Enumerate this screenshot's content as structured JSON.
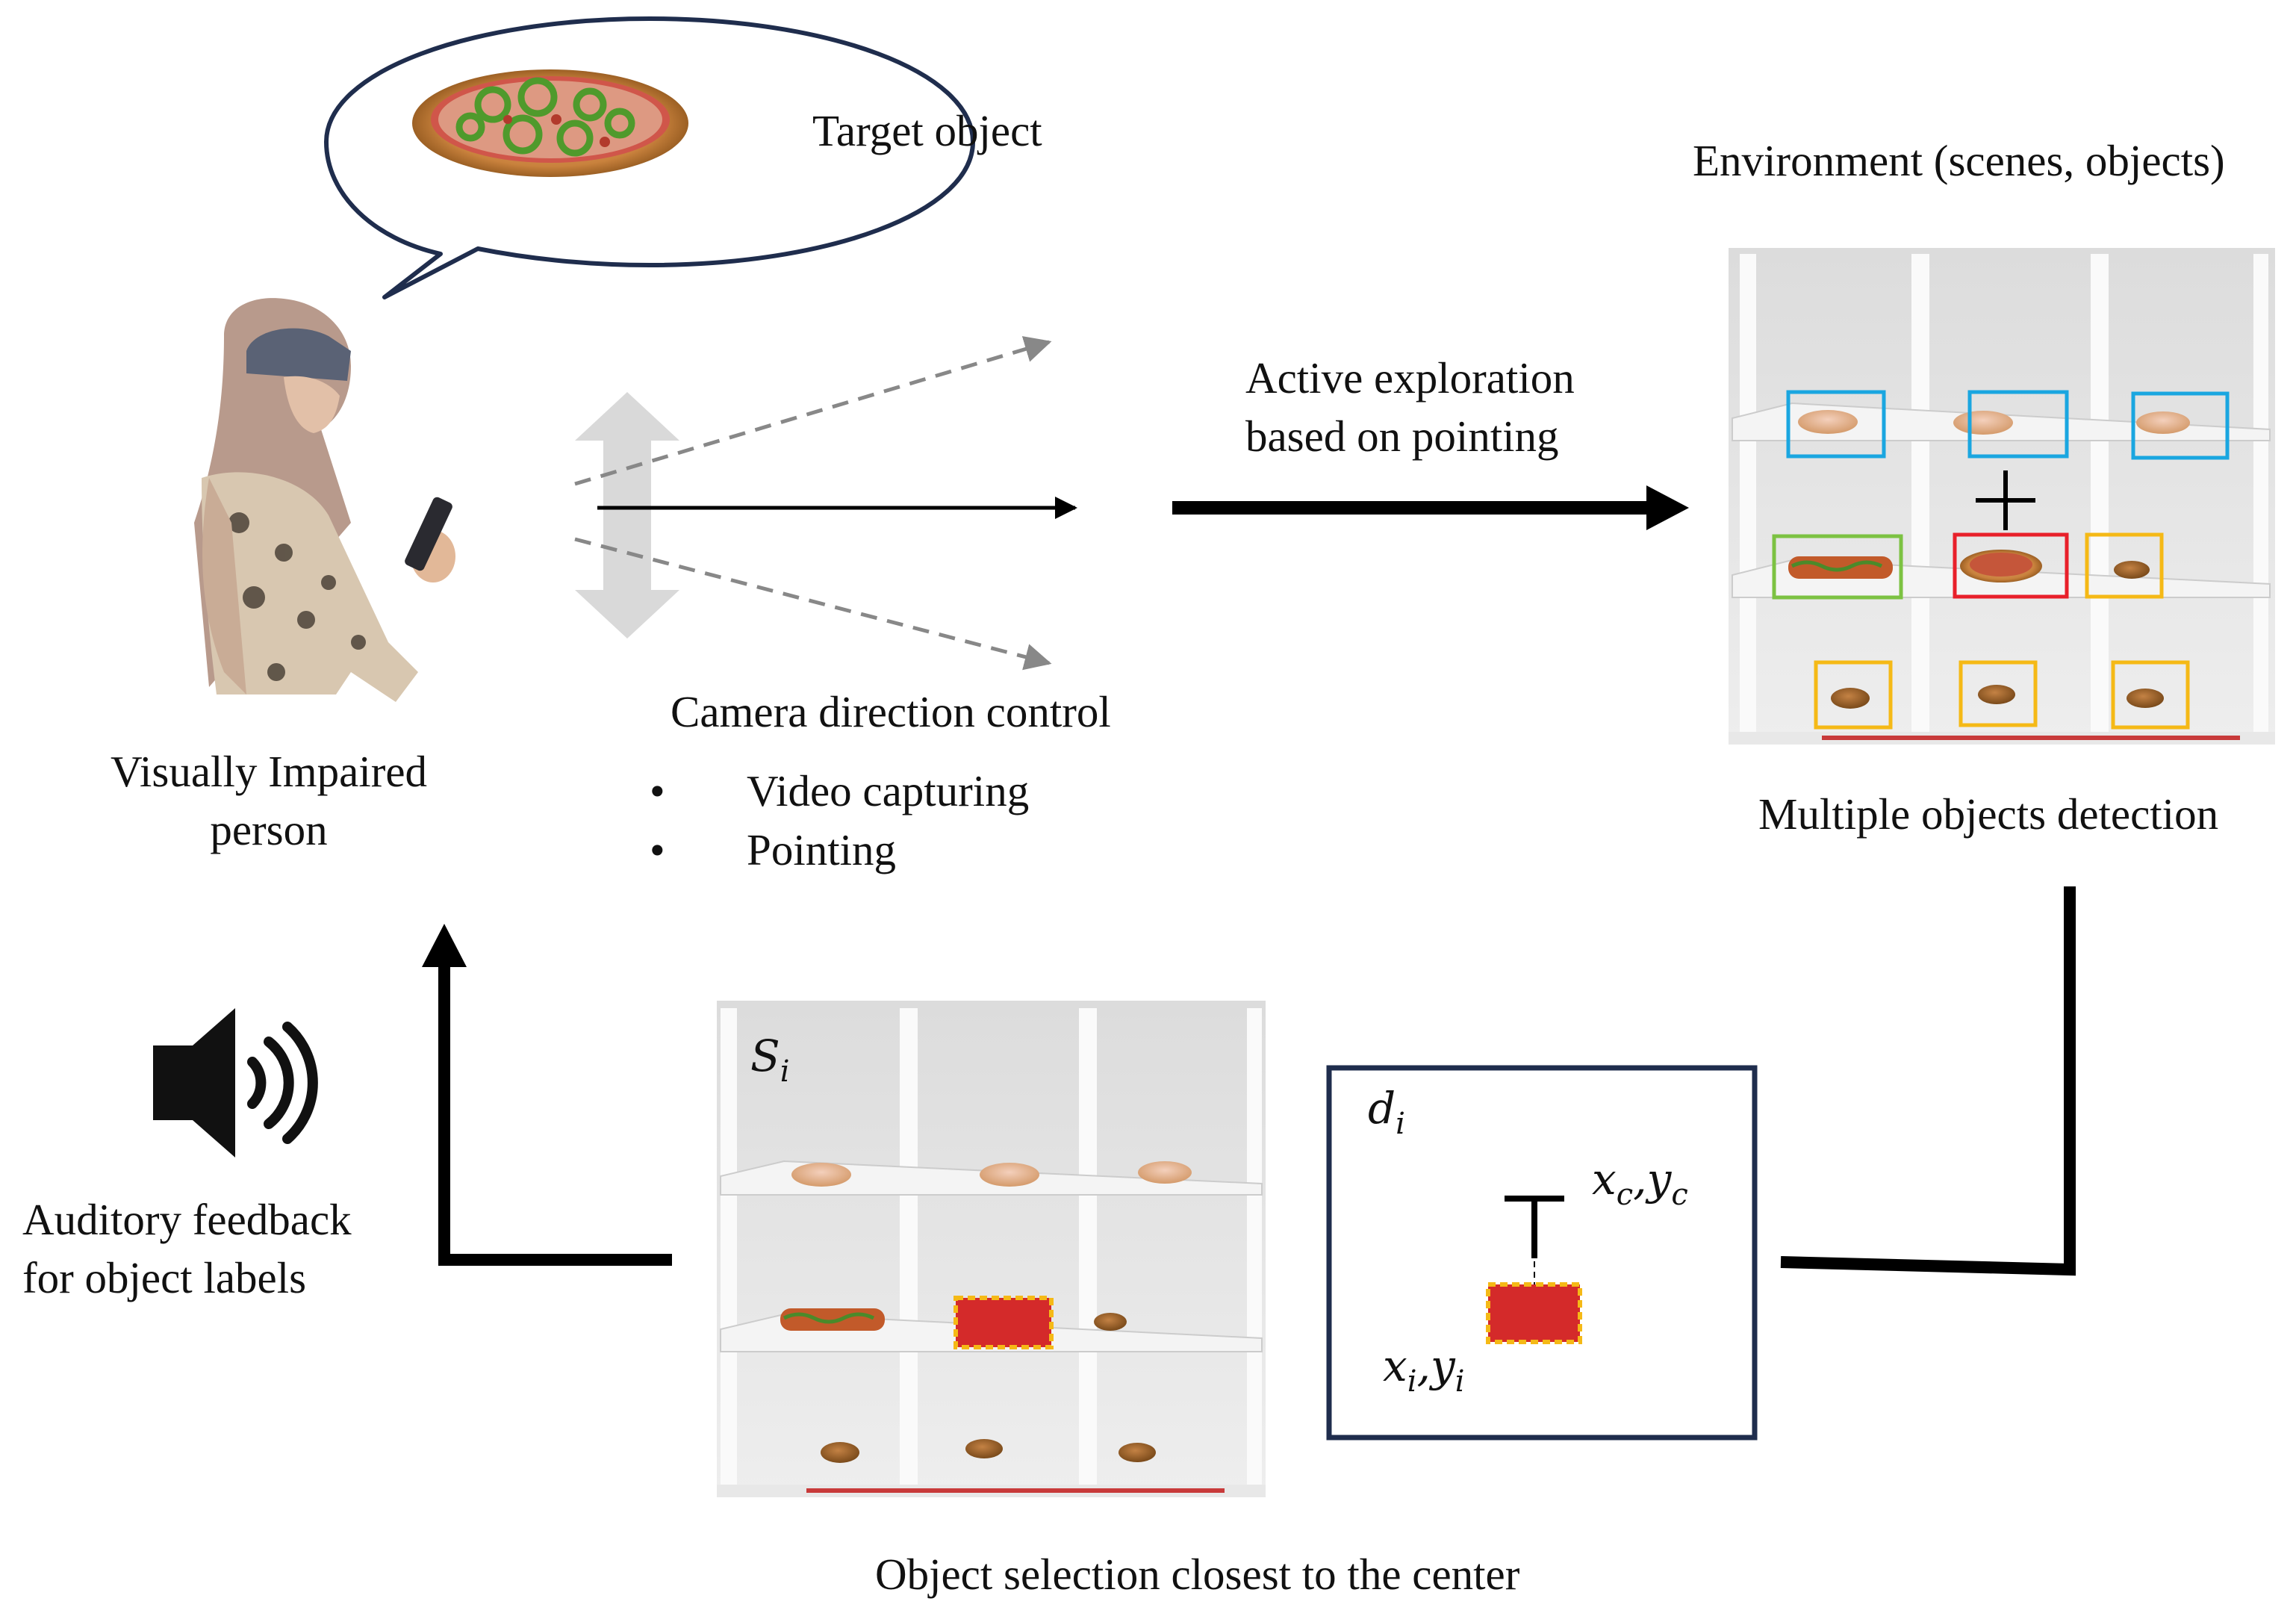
{
  "labels": {
    "target_object": "Target object",
    "environment": "Environment (scenes, objects)",
    "person": [
      "Visually Impaired",
      "person"
    ],
    "active_exploration": [
      "Active exploration",
      "based on pointing"
    ],
    "camera_control": "Camera direction control",
    "bullets": [
      "Video capturing",
      "Pointing"
    ],
    "bullet_char": "•",
    "detection": "Multiple objects detection",
    "auditory": [
      "Auditory feedback",
      "for object labels"
    ],
    "selection": "Object selection closest to the center"
  },
  "math": {
    "s": "S",
    "s_sub": "i",
    "d": "d",
    "d_sub": "i",
    "xc": "x",
    "xc_sub": "c",
    "yc": "y",
    "yc_sub": "c",
    "xi": "x",
    "xi_sub": "i",
    "yi": "y",
    "yi_sub": "i",
    "sep": ","
  },
  "colors": {
    "box_blue": "#1aa6e0",
    "box_green": "#7cc242",
    "box_red": "#e8202a",
    "box_yellow": "#f5b916",
    "frame_navy": "#1f2d4d",
    "selected_fill": "#d42a2a",
    "arrow": "#000000",
    "dashed_arrow": "#888888",
    "double_arrow": "#d9d9d9"
  },
  "icons": [
    "speaker-icon",
    "speech-bubble",
    "pizza-image",
    "person-figure",
    "shelf-photo"
  ]
}
